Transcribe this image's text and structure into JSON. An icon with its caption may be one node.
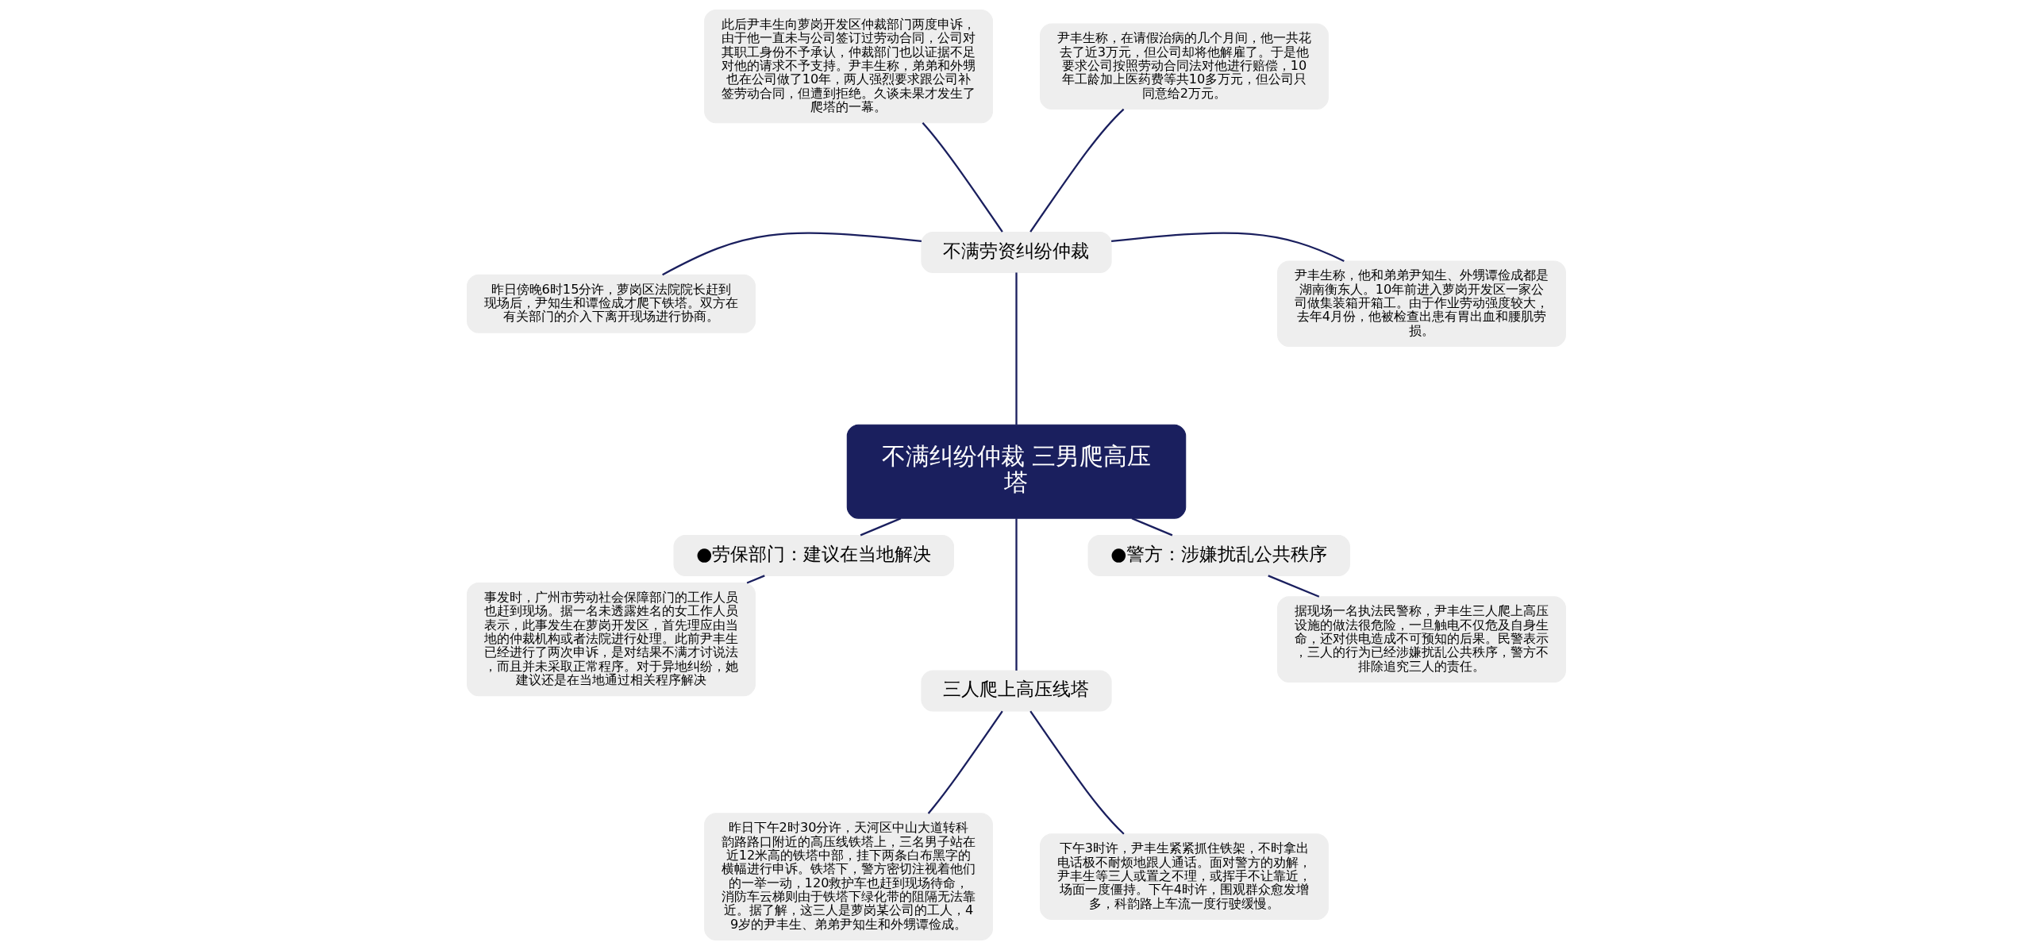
{
  "diagram": {
    "nodes": [
      {
        "text": [
          "不满纠纷仲裁 三男爬高压塔"
        ]
      },
      {
        "text": [
          "不满劳资纠纷仲裁"
        ]
      },
      {
        "text": [
          "尹丰生称，他和弟弟尹知生、外甥谭俭成都是湖南衡东人。10年前进入萝岗开发区一家公司做集装箱开箱工。由于作业劳动强度较大，去年4月份，他被检查出患有胃出血和腰肌劳损。"
        ]
      },
      {
        "text": [
          "尹丰生称，在请假治病的几个月间，他一共花去了近3万元，但公司却将他解雇了。于是他要求公司按照劳动合同法对他进行赔偿，10年工龄加上医药费等共10多万元，但公司只同意给2万元。"
        ]
      },
      {
        "text": [
          "此后尹丰生向萝岗开发区仲裁部门两度申诉，由于他一直未与公司签订过劳动合同，公司对其职工身份不予承认，仲裁部门也以证据不足对他的请求不予支持。尹丰生称，弟弟和外甥也在公司做了10年，两人强烈要求跟公司补签劳动合同，但遭到拒绝。久谈未果才发生了爬塔的一幕。"
        ]
      },
      {
        "text": [
          "昨日傍晚6时15分许，萝岗区法院院长赶到现场后，尹知生和谭俭成才爬下铁塔。双方在有关部门的介入下离开现场进行协商。"
        ]
      },
      {
        "text": [
          "●劳保部门：建议在当地解决"
        ]
      },
      {
        "text": [
          "事发时，广州市劳动社会保障部门的工作人员也赶到现场。据一名未透露姓名的女工作人员表示，此事发生在萝岗开发区，首先理应由当地的仲裁机构或者法院进行处理。此前尹丰生已经进行了两次申诉，是对结果不满才讨说法，而且并未采取正常程序。对于异地纠纷，她建议还是在当地通过相关程序解决"
        ]
      },
      {
        "text": [
          "三人爬上高压线塔"
        ]
      },
      {
        "text": [
          "昨日下午2时30分许，天河区中山大道转科韵路路口附近的高压线铁塔上，三名男子站在近12米高的铁塔中部，挂下两条白布黑字的横幅进行申诉。铁塔下，警方密切注视着他们的一举一动，120救护车也赶到现场待命，消防车云梯则由于铁塔下绿化带的阻隔无法靠近。据了解，这三人是萝岗某公司的工人，49岁的尹丰生、弟弟尹知生和外甥谭俭成。"
        ]
      },
      {
        "text": [
          "下午3时许，尹丰生紧紧抓住铁架，不时拿出电话极不耐烦地跟人通话。面对警方的劝解，尹丰生等三人或置之不理，或挥手不让靠近，场面一度僵持。下午4时许，围观群众愈发增多，科韵路上车流一度行驶缓慢。"
        ]
      },
      {
        "text": [
          "●警方：涉嫌扰乱公共秩序"
        ]
      },
      {
        "text": [
          "据现场一名执法民警称，尹丰生三人爬上高压设施的做法很危险，一旦触电不仅危及自身生命，还对供电造成不可预知的后果。民警表示，三人的行为已经涉嫌扰乱公共秩序，警方不排除追究三人的责任。"
        ]
      }
    ],
    "edges": [
      {
        "from": 0,
        "to": 1,
        "arrow": "none"
      },
      {
        "from": 1,
        "to": 2,
        "arrow": "none"
      },
      {
        "from": 1,
        "to": 3,
        "arrow": "none"
      },
      {
        "from": 1,
        "to": 4,
        "arrow": "none"
      },
      {
        "from": 1,
        "to": 5,
        "arrow": "none"
      },
      {
        "from": 0,
        "to": 6,
        "arrow": "none"
      },
      {
        "from": 6,
        "to": 7,
        "arrow": "none"
      },
      {
        "from": 0,
        "to": 8,
        "arrow": "none"
      },
      {
        "from": 8,
        "to": 9,
        "arrow": "none"
      },
      {
        "from": 8,
        "to": 10,
        "arrow": "none"
      },
      {
        "from": 0,
        "to": 11,
        "arrow": "none"
      },
      {
        "from": 11,
        "to": 12,
        "arrow": "none"
      }
    ]
  }
}
